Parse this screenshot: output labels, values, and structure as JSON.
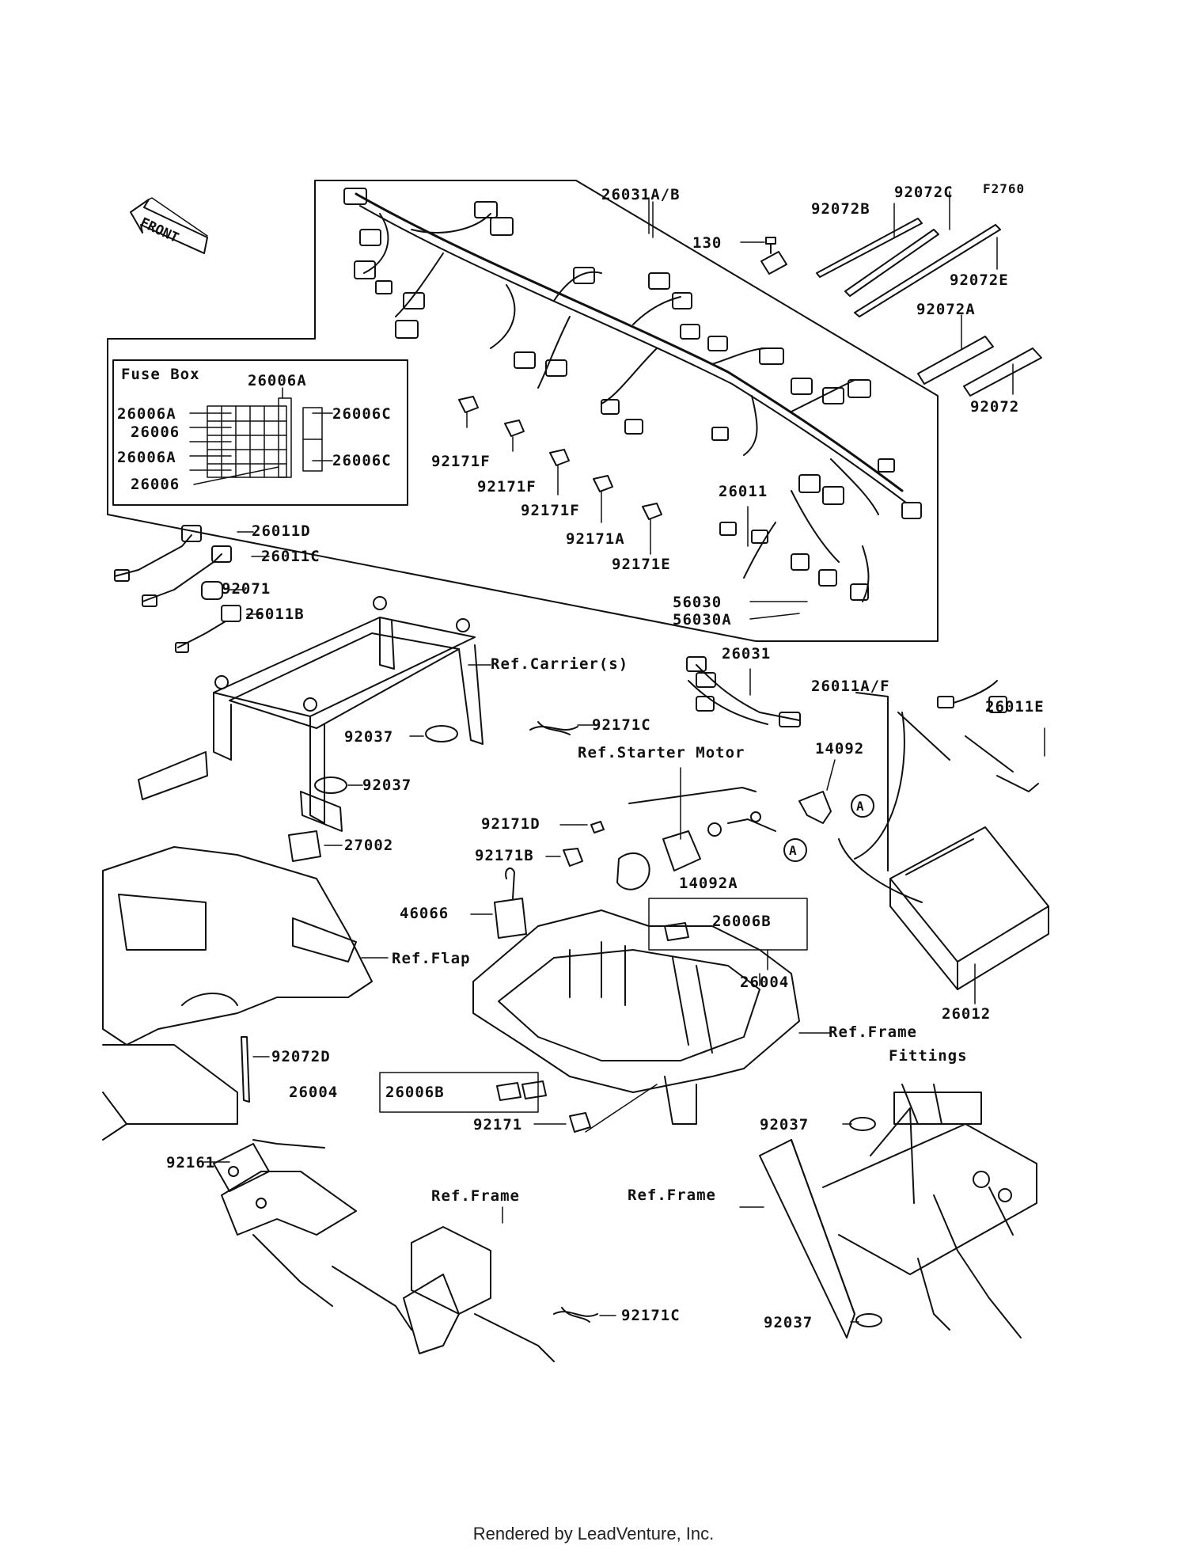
{
  "figure_code": "F2760",
  "front_label": "FRONT",
  "fuse_box": {
    "title": "Fuse Box",
    "labels": [
      "26006A",
      "26006A",
      "26006",
      "26006A",
      "26006",
      "26006C",
      "26006C"
    ]
  },
  "parts": [
    "26031A/B",
    "130",
    "92072B",
    "92072C",
    "92072E",
    "92072A",
    "92072",
    "92171F",
    "92171F",
    "92171F",
    "92171A",
    "92171E",
    "26011",
    "56030",
    "56030A",
    "26011D",
    "26011C",
    "92071",
    "26011B",
    "26031",
    "26011A/F",
    "26011E",
    "92171C",
    "14092",
    "92037",
    "92037",
    "27002",
    "92171D",
    "92171B",
    "14092A",
    "46066",
    "26006B",
    "26004",
    "26012",
    "92072D",
    "26004",
    "26006B",
    "92171",
    "92037",
    "92161",
    "92171C",
    "92037"
  ],
  "refs": [
    "Ref.Carrier(s)",
    "Ref.Starter Motor",
    "Ref.Flap",
    "Ref.Frame",
    "Fittings",
    "Ref.Frame",
    "Ref.Frame"
  ],
  "callout_marker": "A",
  "footer": "Rendered by LeadVenture, Inc."
}
